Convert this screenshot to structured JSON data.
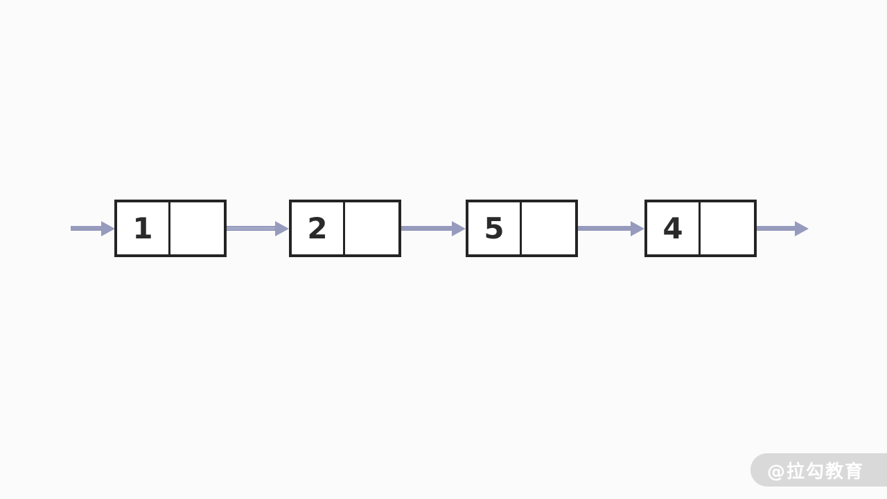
{
  "background_color": "#fbfbfb",
  "diagram": {
    "kind": "singly-linked-list",
    "nodes": [
      {
        "value": "1"
      },
      {
        "value": "2"
      },
      {
        "value": "5"
      },
      {
        "value": "4"
      }
    ],
    "arrows": [
      {
        "name": "head-arrow",
        "style": "solid"
      },
      {
        "name": "arrow-1-to-2",
        "style": "dotted-outline"
      },
      {
        "name": "arrow-2-to-5",
        "style": "solid"
      },
      {
        "name": "arrow-5-to-4",
        "style": "solid"
      },
      {
        "name": "tail-arrow",
        "style": "solid"
      }
    ],
    "colors": {
      "arrow": "#969bbd",
      "arrow_dotted_edge": "#6e75a0",
      "box_border": "#242424",
      "box_fill": "#ffffff",
      "value_text": "#2a2a2a"
    }
  },
  "watermark": {
    "label": "@拉勾教育",
    "background_color": "#d9d9d9",
    "text_color": "#ffffff"
  }
}
